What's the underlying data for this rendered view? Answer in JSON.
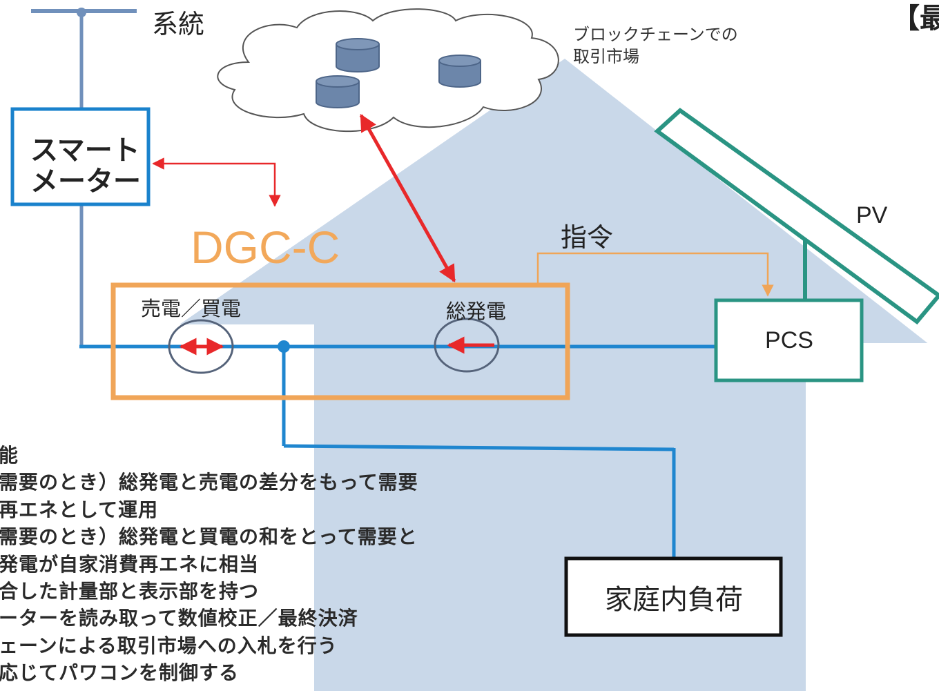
{
  "labels": {
    "grid": "系統",
    "blockchain_market": [
      "ブロックチェーンでの",
      "取引市場"
    ],
    "header_fragment": "【最",
    "smart_meter": [
      "スマート",
      "メーター"
    ],
    "dgc": "DGC-C",
    "sell_buy": "売電／買電",
    "total_generation": "総発電",
    "command": "指令",
    "pv": "PV",
    "pcs": "PCS",
    "household_load": "家庭内負荷"
  },
  "notes": [
    "能",
    "需要のとき）総発電と売電の差分をもって需要",
    "再エネとして運用",
    "需要のとき）総発電と買電の和をとって需要と",
    "発電が自家消費再エネに相当",
    "合した計量部と表示部を持つ",
    "ーターを読み取って数値校正／最終決済",
    "ェーンによる取引市場への入札を行う",
    "応じてパワコンを制御する"
  ],
  "colors": {
    "house_fill": "#c9d8e9",
    "grid_line": "#7090bb",
    "power_line": "#1f86cf",
    "smart_meter_border": "#1a82cc",
    "dgc_border": "#f0a558",
    "dgc_text": "#f2a85a",
    "pcs_border": "#2a9483",
    "arrow_red": "#e8282a",
    "cylinder": "#6c86aa"
  }
}
